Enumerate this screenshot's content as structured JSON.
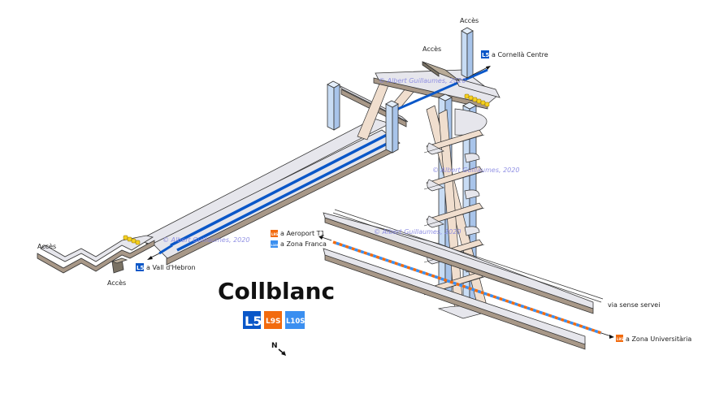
{
  "station": {
    "name": "Collblanc",
    "lines": [
      {
        "id": "L5",
        "label": "L5",
        "color": "#0a57c8"
      },
      {
        "id": "L9S",
        "label": "L9S",
        "color": "#f26b0f"
      },
      {
        "id": "L10S",
        "label": "L10S",
        "color": "#3b8ff0"
      }
    ]
  },
  "labels": {
    "access_top": "Accès",
    "access_top_left": "Accès",
    "access_left": "Accès",
    "access_bottom_left": "Accès",
    "l5_direction_1": {
      "badge": "L5",
      "text": "a Cornellà Centre"
    },
    "l5_direction_2": {
      "badge": "L5",
      "text": "a Vall d'Hebron"
    },
    "l9s_direction_1": {
      "badge": "L9S",
      "text": "a Aeroport T1"
    },
    "l10s_direction_1": {
      "badge": "L10S",
      "text": "a Zona Franca"
    },
    "l9s_direction_2": {
      "badge": "L9S",
      "text": "a Zona Universitària"
    },
    "unused_track": "via sense servei",
    "north": "N"
  },
  "watermark": "© Albert Guillaumes, 2020",
  "colors": {
    "l5_track": "#0a57c8",
    "l9s": "#f26b0f",
    "l10s": "#3b8ff0",
    "slab": "#e6e6ec",
    "pillar": "#c8dcf4",
    "escalator": "#f0dece",
    "gate": "#f5d020"
  }
}
